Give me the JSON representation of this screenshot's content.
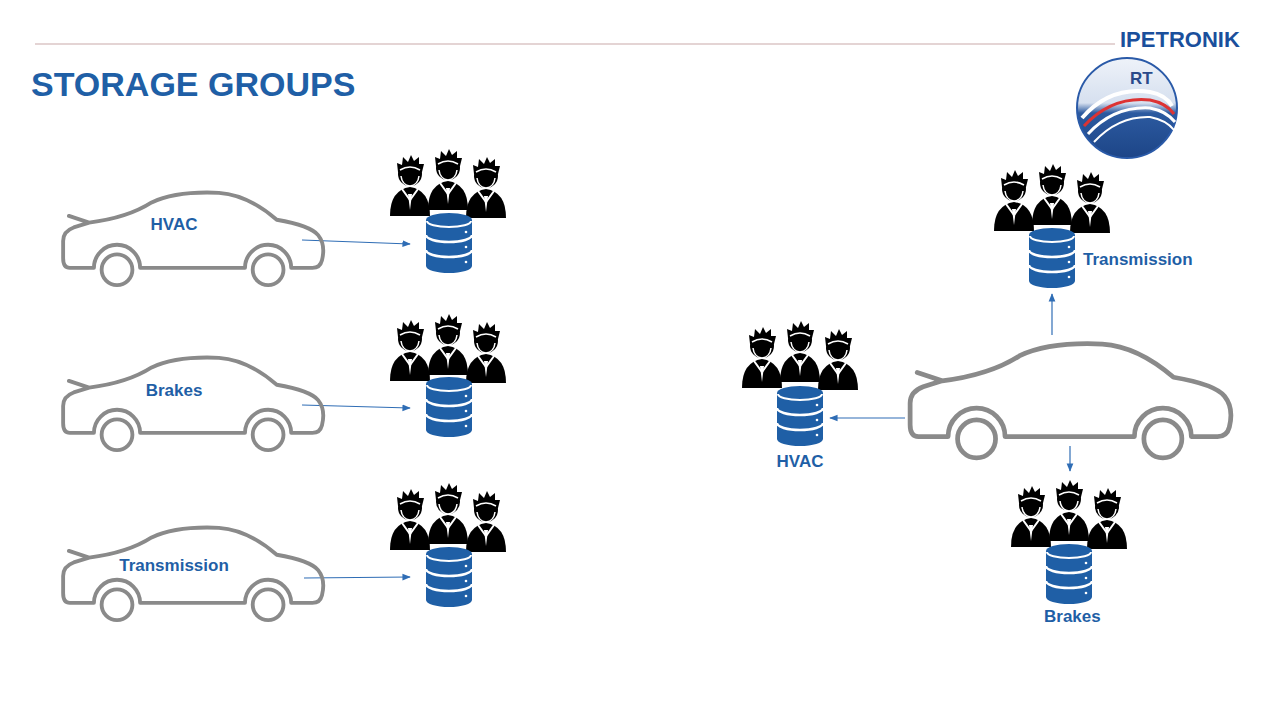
{
  "diagram": {
    "title": "STORAGE GROUPS",
    "nodes": [
      {
        "text": [
          "HVAC"
        ]
      },
      {
        "text": [
          "Brakes"
        ]
      },
      {
        "text": [
          "Transmission"
        ]
      },
      {
        "text": [
          "Transmission"
        ]
      },
      {
        "text": [
          "HVAC"
        ]
      },
      {
        "text": [
          "Brakes"
        ]
      }
    ],
    "labels": [
      "IPETRONIK",
      "RT"
    ]
  }
}
